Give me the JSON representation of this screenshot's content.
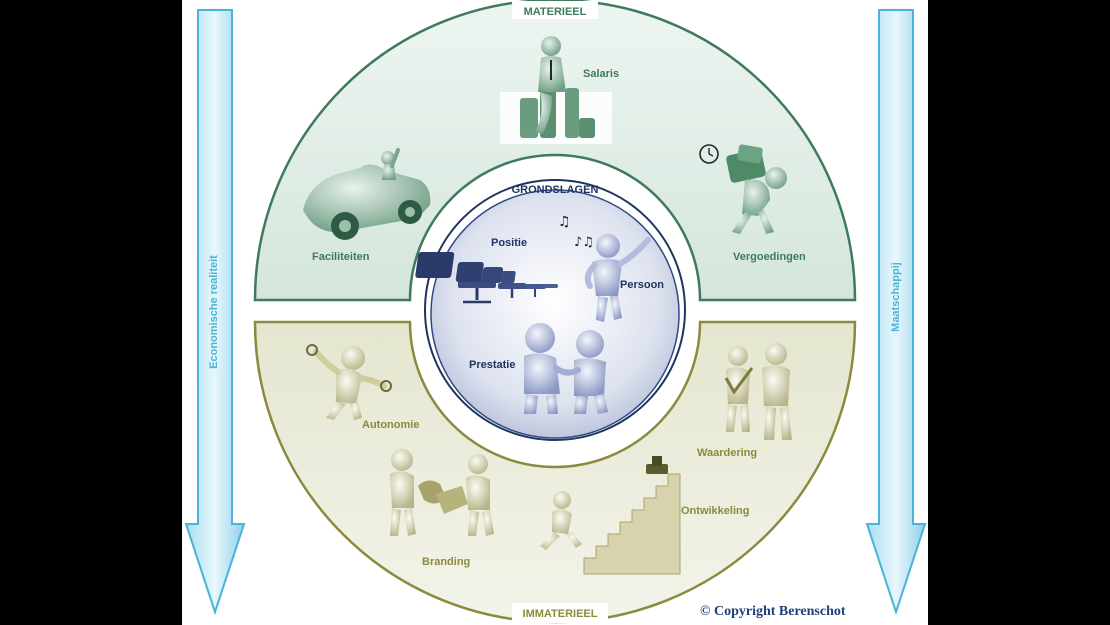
{
  "diagram": {
    "top_section_title": "MATERIEEL",
    "center_title": "GRONDSLAGEN",
    "bottom_section_title": "IMMATERIEEL",
    "left_arrow_label": "Economische realiteit",
    "right_arrow_label": "Maatschappij",
    "material_items": [
      "Salaris",
      "Faciliteiten",
      "Vergoedingen"
    ],
    "foundation_items": [
      "Positie",
      "Persoon",
      "Prestatie"
    ],
    "immaterial_items": [
      "Autonomie",
      "Waardering",
      "Branding",
      "Ontwikkeling"
    ],
    "copyright": "© Copyright Berenschot"
  },
  "colors": {
    "material_green": "#3f7a5c",
    "immaterial_olive": "#8c8a3e",
    "foundation_navy": "#1f3560",
    "arrow_blue": "#4ab3d8",
    "background": "#ffffff",
    "outside": "#000000"
  },
  "icons": {
    "salaris": "figure-on-money-stacks-icon",
    "faciliteiten": "convertible-car-icon",
    "vergoedingen": "figure-carrying-money-icon",
    "positie": "office-chairs-icon",
    "persoon": "presenting-figure-icon",
    "prestatie": "handshake-figures-icon",
    "autonomie": "slingshot-figure-icon",
    "waardering": "figure-with-checkmark-icon",
    "branding": "figures-with-puzzle-icon",
    "ontwikkeling": "figure-climbing-stairs-icon"
  }
}
